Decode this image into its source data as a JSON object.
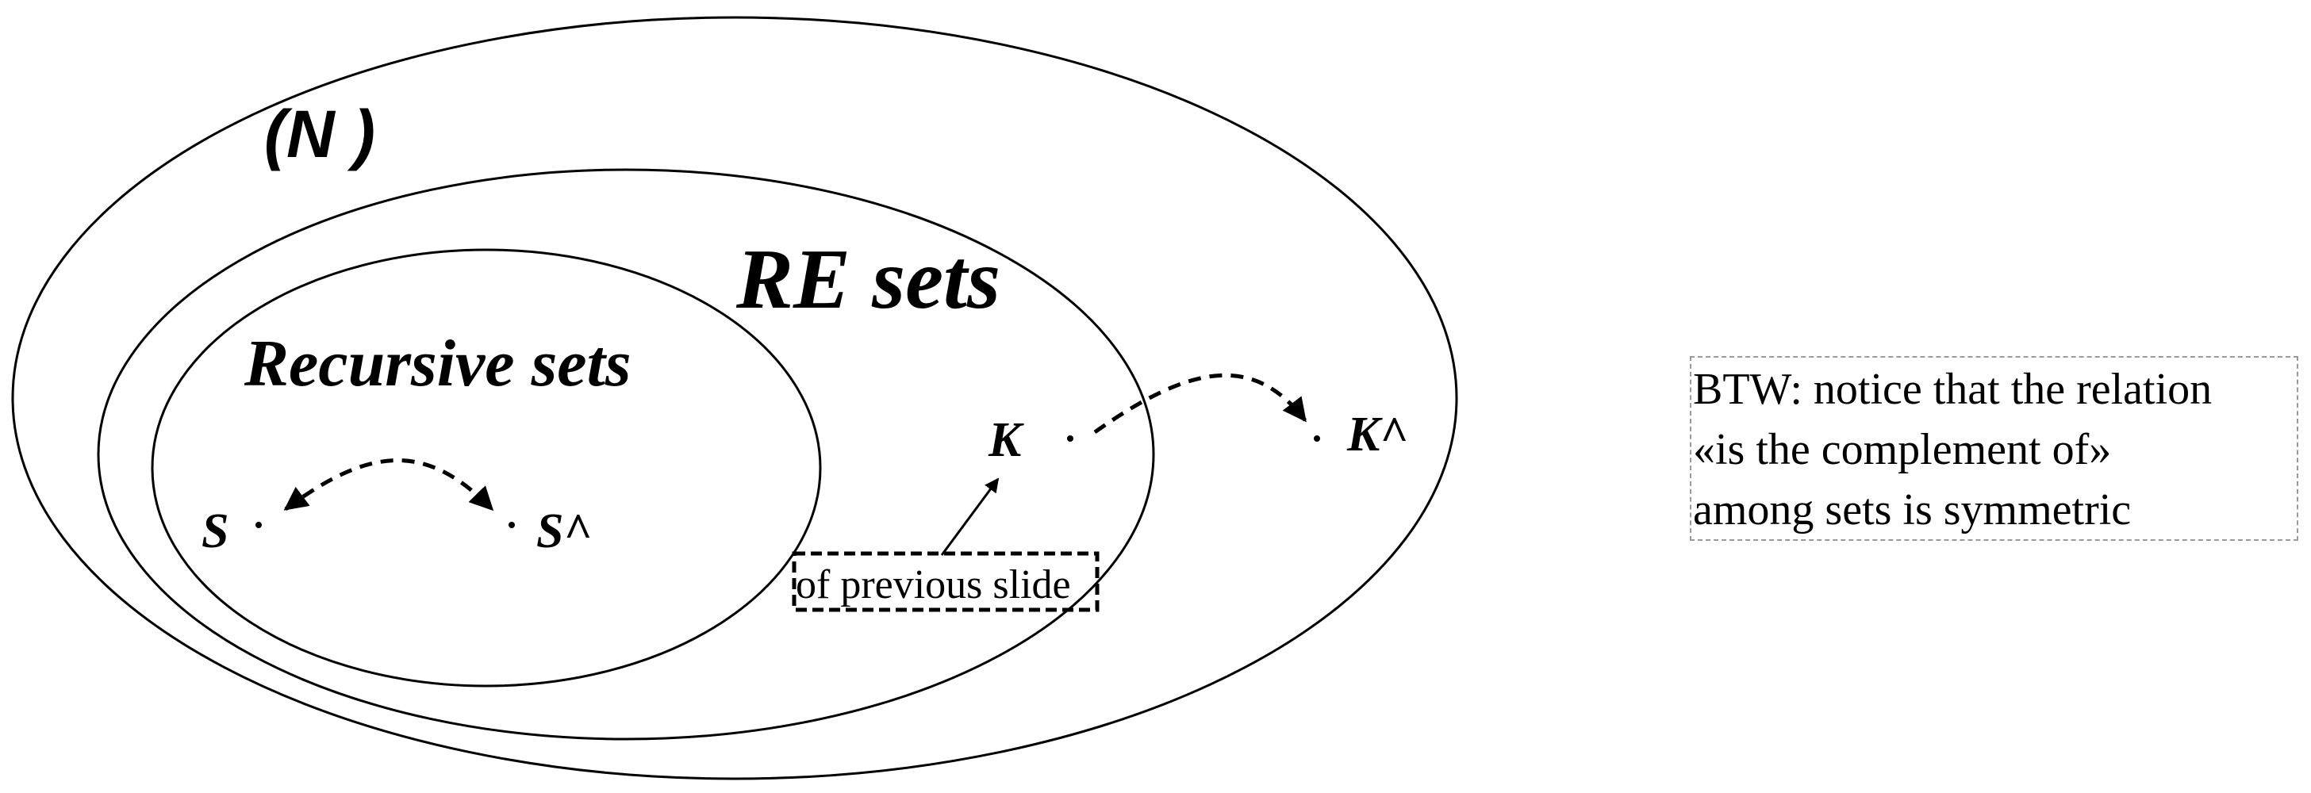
{
  "diagram": {
    "sets": {
      "naturals_label": "(N )",
      "re_label": "RE sets",
      "recursive_label": "Recursive sets"
    },
    "points": {
      "s": "S",
      "s_complement": "S^",
      "k": "K",
      "k_complement": "K^"
    },
    "callout": "of previous slide",
    "note": {
      "lines": [
        "BTW: notice that the relation",
        "«is the complement of»",
        "among sets is symmetric"
      ]
    }
  }
}
